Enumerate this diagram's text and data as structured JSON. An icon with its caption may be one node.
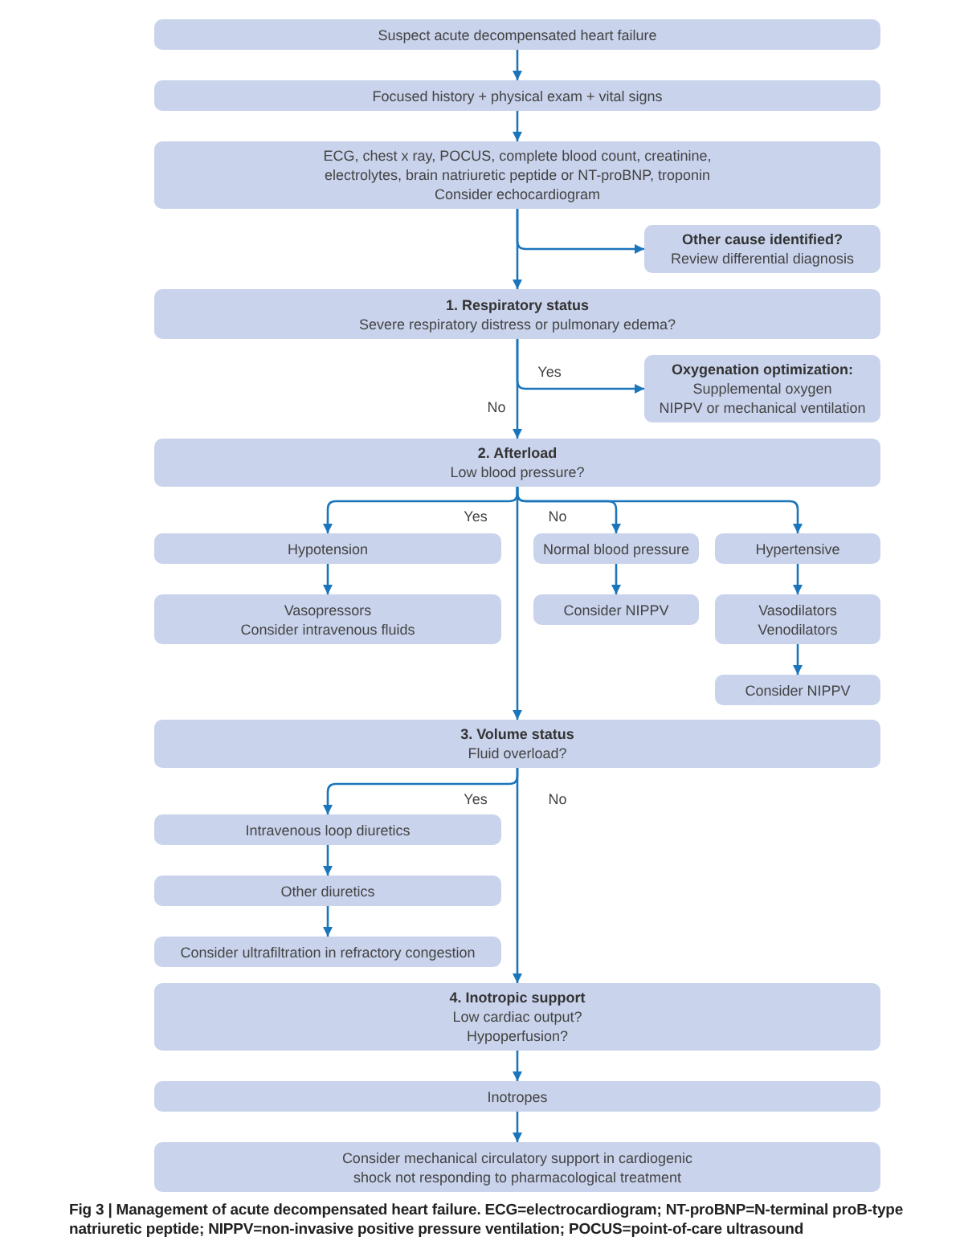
{
  "diagram": {
    "caption": "Fig 3 | Management of acute decompensated heart failure. ECG=electrocardiogram; NT-proBNP=N-terminal proB-type natriuretic peptide; NIPPV=non-invasive positive pressure ventilation; POCUS=point-of-care ultrasound",
    "nodes": [
      {
        "text": [
          "Suspect acute decompensated heart failure"
        ]
      },
      {
        "text": [
          "Focused history + physical exam + vital signs"
        ]
      },
      {
        "text": [
          "ECG, chest x ray, POCUS, complete blood count, creatinine, electrolytes, brain natriuretic peptide or NT-proBNP, troponin",
          "Consider echocardiogram"
        ]
      },
      {
        "text": [
          "Other cause identified?",
          "Review differential diagnosis"
        ]
      },
      {
        "text": [
          "1. Respiratory status",
          "Severe respiratory distress or pulmonary edema?"
        ]
      },
      {
        "text": [
          "Oxygenation optimization:",
          "Supplemental oxygen",
          "NIPPV or mechanical ventilation"
        ]
      },
      {
        "text": [
          "2. Afterload",
          "Low blood pressure?"
        ]
      },
      {
        "text": [
          "Hypotension"
        ]
      },
      {
        "text": [
          "Normal blood pressure"
        ]
      },
      {
        "text": [
          "Hypertensive"
        ]
      },
      {
        "text": [
          "Vasopressors",
          "Consider intravenous fluids"
        ]
      },
      {
        "text": [
          "Consider NIPPV"
        ]
      },
      {
        "text": [
          "Vasodilators",
          "Venodilators"
        ]
      },
      {
        "text": [
          "Consider NIPPV"
        ]
      },
      {
        "text": [
          "3. Volume status",
          "Fluid overload?"
        ]
      },
      {
        "text": [
          "Intravenous loop diuretics"
        ]
      },
      {
        "text": [
          "Other diuretics"
        ]
      },
      {
        "text": [
          "Consider ultrafiltration in refractory congestion"
        ]
      },
      {
        "text": [
          "4. Inotropic support",
          "Low cardiac output?",
          "Hypoperfusion?"
        ]
      },
      {
        "text": [
          "Inotropes"
        ]
      },
      {
        "text": [
          "Consider mechanical circulatory support in cardiogenic shock not responding to pharmacological treatment"
        ]
      }
    ],
    "edges": [
      {
        "from": 0,
        "to": 1,
        "arrow": "to"
      },
      {
        "from": 1,
        "to": 2,
        "arrow": "to"
      },
      {
        "from": 2,
        "to": 3,
        "arrow": "to"
      },
      {
        "from": 2,
        "to": 4,
        "arrow": "to"
      },
      {
        "from": 4,
        "to": 5,
        "arrow": "to",
        "label": "Yes"
      },
      {
        "from": 4,
        "to": 6,
        "arrow": "to",
        "label": "No"
      },
      {
        "from": 6,
        "to": 7,
        "arrow": "to",
        "label": "Yes"
      },
      {
        "from": 6,
        "to": 8,
        "arrow": "to",
        "label": "No"
      },
      {
        "from": 6,
        "to": 9,
        "arrow": "to"
      },
      {
        "from": 6,
        "to": 14,
        "arrow": "to"
      },
      {
        "from": 7,
        "to": 10,
        "arrow": "to"
      },
      {
        "from": 8,
        "to": 11,
        "arrow": "to"
      },
      {
        "from": 9,
        "to": 12,
        "arrow": "to"
      },
      {
        "from": 12,
        "to": 13,
        "arrow": "to"
      },
      {
        "from": 14,
        "to": 15,
        "arrow": "to",
        "label": "Yes"
      },
      {
        "from": 14,
        "to": 18,
        "arrow": "to",
        "label": "No"
      },
      {
        "from": 15,
        "to": 16,
        "arrow": "to"
      },
      {
        "from": 16,
        "to": 17,
        "arrow": "to"
      },
      {
        "from": 18,
        "to": 19,
        "arrow": "to"
      },
      {
        "from": 19,
        "to": 20,
        "arrow": "to"
      }
    ]
  }
}
